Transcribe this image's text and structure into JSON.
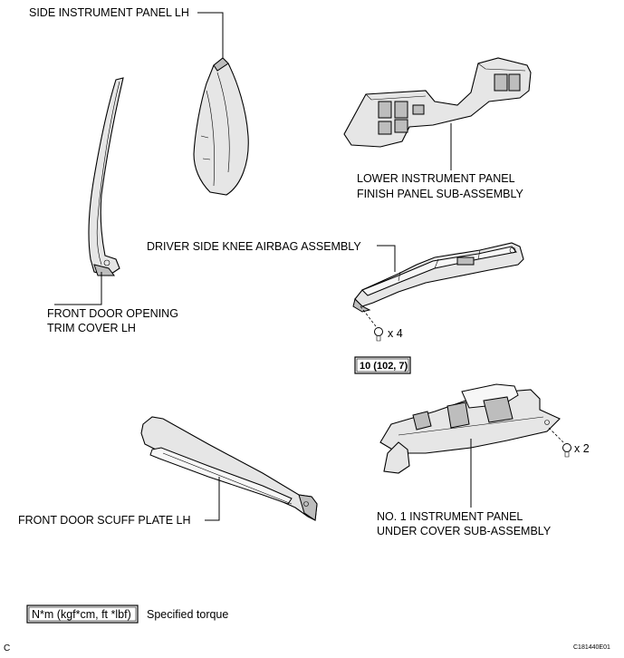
{
  "labels": {
    "side_panel": "SIDE INSTRUMENT PANEL LH",
    "lower_panel_1": "LOWER INSTRUMENT PANEL",
    "lower_panel_2": "FINISH PANEL SUB-ASSEMBLY",
    "knee_airbag": "DRIVER SIDE KNEE AIRBAG ASSEMBLY",
    "door_trim_1": "FRONT DOOR OPENING",
    "door_trim_2": "TRIM COVER LH",
    "bolt_qty_1": "x 4",
    "torque_value": "10 (102, 7)",
    "scuff_plate": "FRONT DOOR SCUFF PLATE LH",
    "under_cover_1": "NO. 1 INSTRUMENT PANEL",
    "under_cover_2": "UNDER COVER SUB-ASSEMBLY",
    "bolt_qty_2": "x 2"
  },
  "legend": {
    "unit_box": "N*m (kgf*cm, ft *lbf)",
    "text": "Specified torque"
  },
  "footer": {
    "corner_letter": "C",
    "figure_code": "C181440E01"
  }
}
